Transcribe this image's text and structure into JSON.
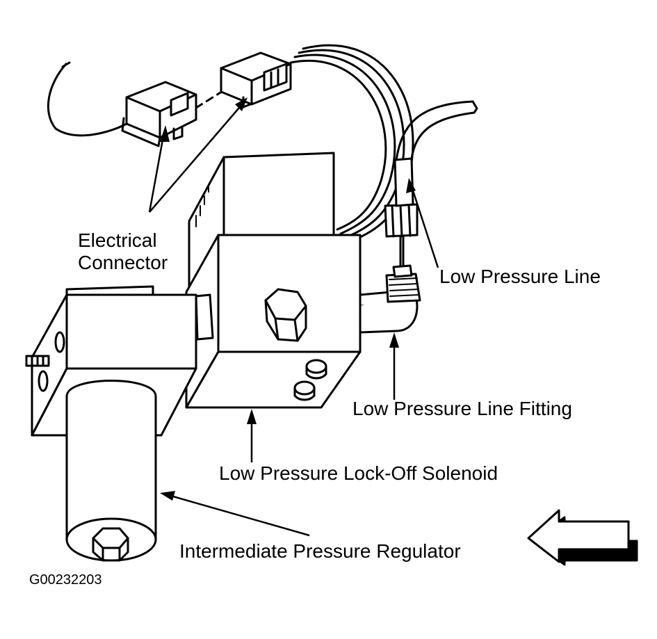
{
  "labels": {
    "electrical_connector_line1": "Electrical",
    "electrical_connector_line2": "Connector",
    "low_pressure_line": "Low Pressure Line",
    "low_pressure_line_fitting": "Low Pressure Line Fitting",
    "lock_off_solenoid": "Low Pressure Lock-Off Solenoid",
    "intermediate_pressure_regulator": "Intermediate Pressure Regulator"
  },
  "figure_id": "G00232203",
  "colors": {
    "ink": "#000000",
    "background": "#ffffff"
  }
}
